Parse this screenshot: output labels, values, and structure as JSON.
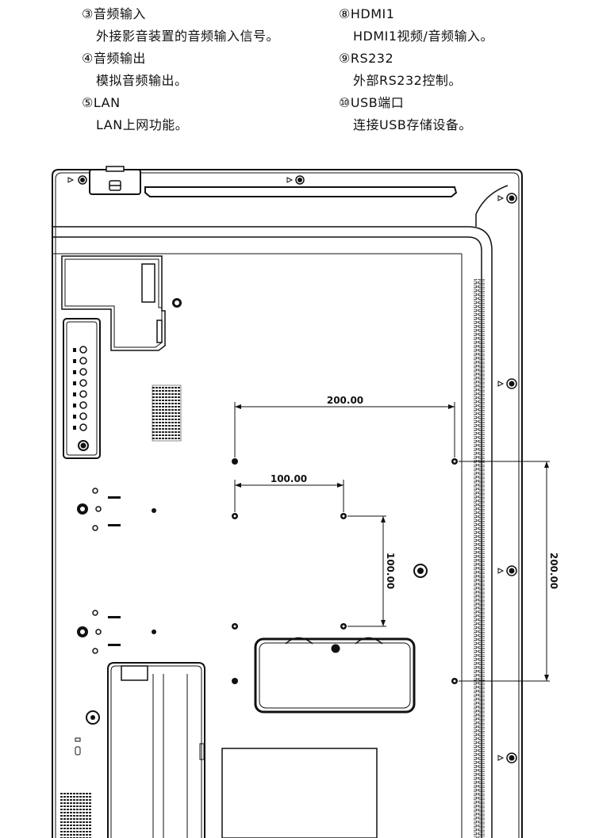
{
  "legend": {
    "left": [
      {
        "title": "③音频输入",
        "desc": "外接影音装置的音频输入信号。"
      },
      {
        "title": "④音频输出",
        "desc": "模拟音频输出。"
      },
      {
        "title": "⑤LAN",
        "desc": "LAN上网功能。"
      }
    ],
    "right": [
      {
        "title": "⑧HDMI1",
        "desc": "HDMI1视频/音频输入。"
      },
      {
        "title": "⑨RS232",
        "desc": "外部RS232控制。"
      },
      {
        "title": "⑩USB端口",
        "desc": "连接USB存储设备。"
      }
    ]
  },
  "dimensions": {
    "top_width": "200.00",
    "inner_width": "100.00",
    "inner_height": "100.00",
    "outer_height": "200.00"
  }
}
